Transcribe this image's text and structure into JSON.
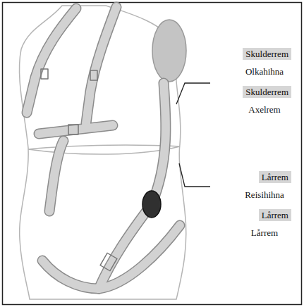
{
  "diagram": {
    "labels": [
      "Skulderrem",
      "Olkahihna",
      "Skulderrem",
      "Axelrem",
      "Lårrem",
      "Reisihihna",
      "Lårrem",
      "Lårrem"
    ]
  }
}
